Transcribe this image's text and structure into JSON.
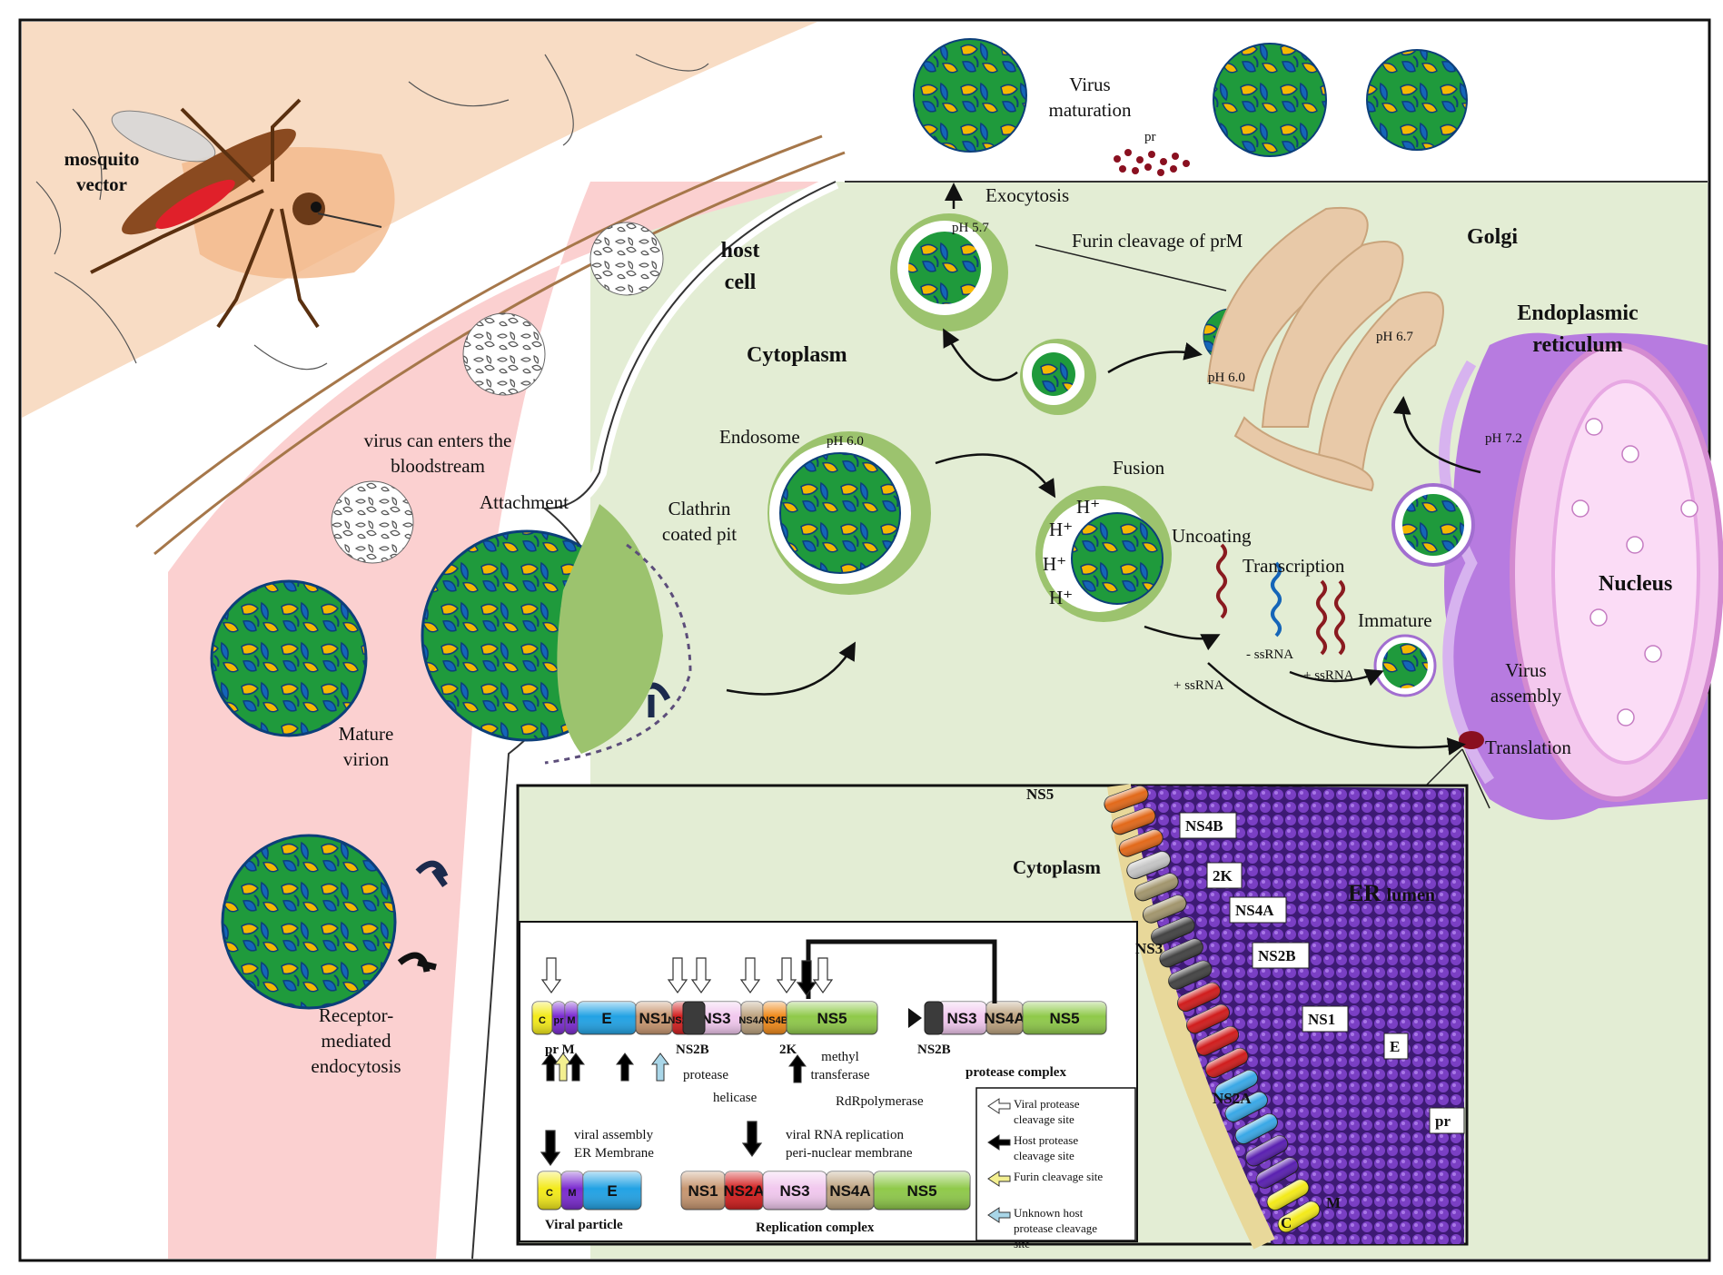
{
  "labels": {
    "mosquito": [
      "mosquito",
      "vector"
    ],
    "host_cell": [
      "host",
      "cell"
    ],
    "cytoplasm": "Cytoplasm",
    "bloodstream": [
      "virus can enters the",
      "bloodstream"
    ],
    "attachment": "Attachment",
    "clathrin": [
      "Clathrin",
      "coated pit"
    ],
    "mature_virion": [
      "Mature",
      "virion"
    ],
    "receptor": [
      "Receptor-",
      "mediated",
      "endocytosis"
    ],
    "endosome": "Endosome",
    "ph_endosome": "pH 6.0",
    "fusion": "Fusion",
    "uncoating": "Uncoating",
    "h_plus": [
      "H⁺",
      "H⁺",
      "H⁺",
      "H⁺"
    ],
    "transcription": "Transcription",
    "minus_ssrna": "- ssRNA",
    "plus_ssrna_1": "+ ssRNA",
    "plus_ssrna_2": "+ ssRNA",
    "immature": "Immature",
    "virus_assembly": [
      "Virus",
      "assembly"
    ],
    "translation": "Translation",
    "nucleus": "Nucleus",
    "er": [
      "Endoplasmic",
      "reticulum"
    ],
    "golgi": "Golgi",
    "ph_golgi_a": "pH 6.7",
    "ph_golgi_b": "pH 6.0",
    "ph_er": "pH 7.2",
    "exocytosis": "Exocytosis",
    "ph_exo": "pH 5.7",
    "furin": "Furin cleavage of prM",
    "maturation": [
      "Virus",
      "maturation"
    ],
    "pr_top": "pr"
  },
  "inset": {
    "cytoplasm": "Cytoplasm",
    "er_lumen_a": "ER",
    "er_lumen_b": "lumen",
    "proteins": [
      "NS5",
      "NS4B",
      "2K",
      "NS4A",
      "NS3",
      "NS2B",
      "NS1",
      "NS2A",
      "E",
      "pr",
      "M",
      "C"
    ]
  },
  "genome": {
    "segments": [
      "C",
      "pr",
      "M",
      "E",
      "NS1",
      "NS2A",
      "NS3",
      "NS4A",
      "NS4B",
      "NS5"
    ],
    "protease_segments": [
      "NS3",
      "NS4A",
      "NS5"
    ],
    "ns2b": "NS2B",
    "ns2b_b": "NS2B",
    "two_k": "2K",
    "protease": "protease",
    "helicase": "helicase",
    "methyl": [
      "methyl",
      "transferase"
    ],
    "rdrp": "RdRpolymerase",
    "protease_complex": "protease complex",
    "viral_assembly": [
      "viral  assembly",
      "ER Membrane"
    ],
    "rna_replication": [
      "viral  RNA replication",
      "peri-nuclear membrane"
    ],
    "viral_particle": "Viral particle",
    "particle_segments": [
      "C",
      "M",
      "E"
    ],
    "replication_segments": [
      "NS1",
      "NS2A",
      "NS3",
      "NS4A",
      "NS5"
    ],
    "replication_complex": "Replication complex"
  },
  "legend": [
    {
      "text": [
        "Viral protease",
        "cleavage  site"
      ],
      "color": "#ffffff"
    },
    {
      "text": [
        "Host protease",
        "cleavage  site"
      ],
      "color": "#000000"
    },
    {
      "text": [
        "Furin cleavage site"
      ],
      "color": "#f3ef90"
    },
    {
      "text": [
        "Unknown host",
        "protease cleavage",
        "site"
      ],
      "color": "#a9d6e8"
    }
  ],
  "colors": {
    "capsid_yellow": "#f5b800",
    "capsid_green": "#1f9a3c",
    "capsid_blue": "#1565b8",
    "cytoplasm_bg": "#e3edd4",
    "extracellular_bg": "#fbd0d0",
    "er_purple": "#b77be0",
    "nucleus_pink": "#f4c8ee",
    "golgi_tan": "#e8c9a8",
    "lumen_purple": "#5b2a9a"
  }
}
